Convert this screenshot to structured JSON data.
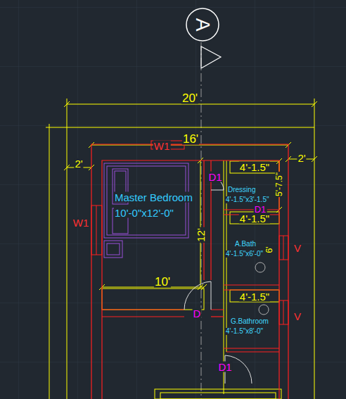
{
  "diagram": {
    "nodes": [
      {
        "text": [
          "A"
        ]
      },
      {
        "text": [
          "Master Bedroom",
          "10'-0\"x12'-0\""
        ]
      },
      {
        "text": [
          "Dressing",
          "4'-1.5\"x3'-1.5\""
        ]
      },
      {
        "text": [
          "A.Bath",
          "4'-1.5\"x6'-0\""
        ]
      },
      {
        "text": [
          "G.Bathroom",
          "4'-1.5\"x8'-0\""
        ]
      }
    ],
    "labels": [
      "20'",
      "16'",
      "W1",
      "2'",
      "2'",
      "D1",
      "4'-1.5\"",
      "5'-7.5\"",
      "D1",
      "W1",
      "12'",
      "4'-1.5\"",
      "6'",
      "V",
      "10'",
      "4'-1.5\"",
      "D",
      "V",
      "D1"
    ]
  }
}
